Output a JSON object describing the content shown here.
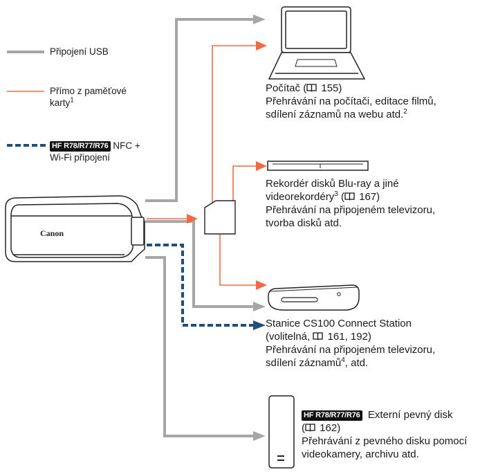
{
  "legend": {
    "usb": "Připojení USB",
    "card_line1": "Přímo z paměťové",
    "card_line2": "karty",
    "card_sup": "1",
    "wifi_badge": "HF R78/R77/R76",
    "wifi_line1": "NFC +",
    "wifi_line2": "Wi-Fi připojení"
  },
  "camera": {
    "brand": "Canon"
  },
  "computer": {
    "line1_text": "Počítač (",
    "line1_page": "155)",
    "line2": "Přehrávání na počítači, editace filmů,",
    "line3": "sdílení záznamů na webu atd.",
    "line3_sup": "2"
  },
  "recorder": {
    "line1": "Rekordér disků Blu-ray a jiné",
    "line2_text": "videorekordéry",
    "line2_sup": "3",
    "line2_open": " (",
    "line2_page": "167)",
    "line3": "Přehrávání na připojeném televizoru,",
    "line4": "tvorba disků atd."
  },
  "station": {
    "line1": "Stanice CS100 Connect Station",
    "line2_text": "(volitelná,",
    "line2_pages": "161, 192)",
    "line3": "Přehrávání na připojeném televizoru,",
    "line4_text": "sdílení záznamů",
    "line4_sup": "4",
    "line4_rest": ", atd."
  },
  "hdd": {
    "badge": "HF R78/R77/R76",
    "line1": "Externí pevný disk",
    "line2_open": "(",
    "line2_page": "162)",
    "line3": "Přehrávání z pevného disku pomocí",
    "line4": "videokamery, archivu atd."
  },
  "colors": {
    "usb": "#a6a6a6",
    "card": "#f26a44",
    "wifi": "#1f4f7a",
    "outline": "#222222"
  }
}
